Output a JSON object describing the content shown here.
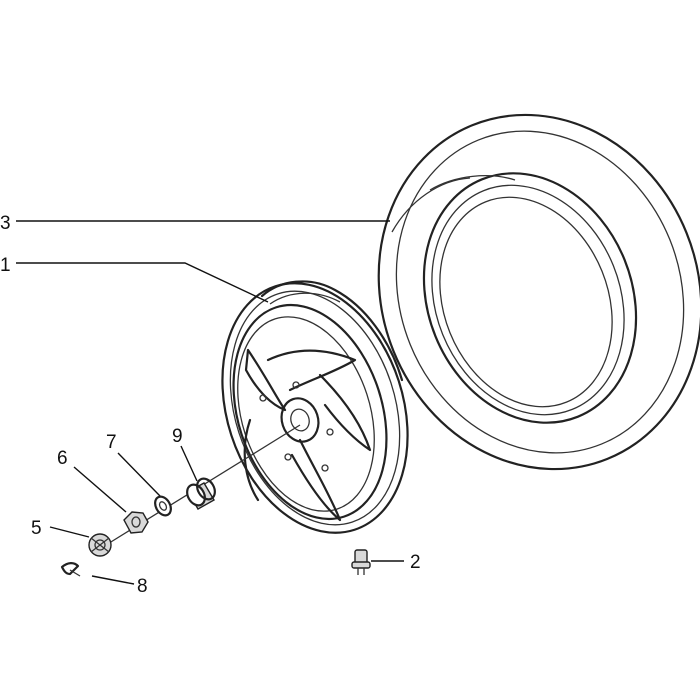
{
  "callouts": [
    {
      "id": "rim",
      "label": "1"
    },
    {
      "id": "valve",
      "label": "2"
    },
    {
      "id": "tyre",
      "label": "3"
    },
    {
      "id": "nut-cap",
      "label": "5"
    },
    {
      "id": "nut",
      "label": "6"
    },
    {
      "id": "washer",
      "label": "7"
    },
    {
      "id": "split-pin",
      "label": "8"
    },
    {
      "id": "spacer",
      "label": "9"
    }
  ]
}
